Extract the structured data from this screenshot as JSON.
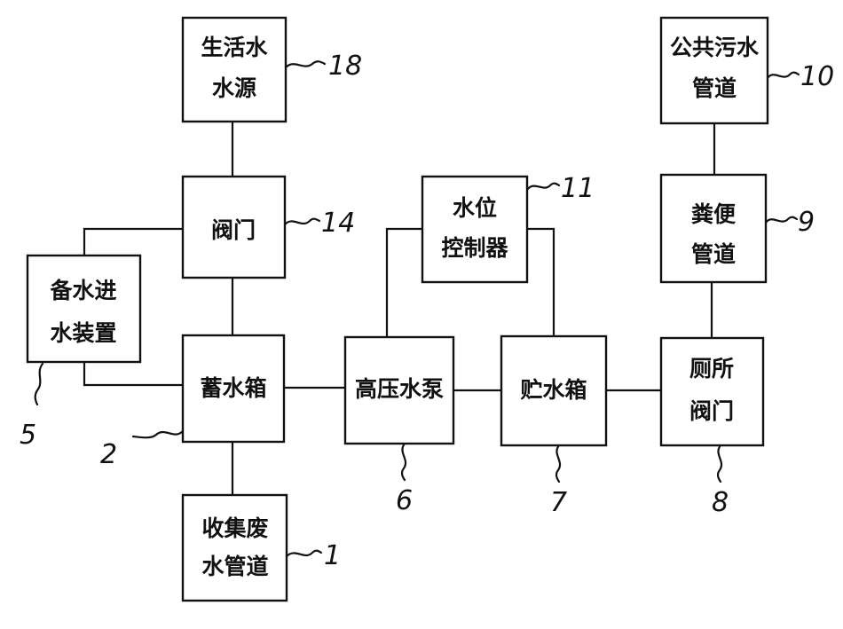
{
  "blocks": {
    "domestic_water_source": {
      "line1": "生活水",
      "line2": "水源",
      "ref": "18"
    },
    "valve": {
      "line1": "阀门",
      "ref": "14"
    },
    "backup_water_inlet": {
      "line1": "备水进",
      "line2": "水装置",
      "ref": "5"
    },
    "storage_tank": {
      "line1": "蓄水箱",
      "ref": "2"
    },
    "waste_water_pipe": {
      "line1": "收集废",
      "line2": "水管道",
      "ref": "1"
    },
    "high_pressure_pump": {
      "line1": "高压水泵",
      "ref": "6"
    },
    "water_level_controller": {
      "line1": "水位",
      "line2": "控制器",
      "ref": "11"
    },
    "water_tank": {
      "line1": "贮水箱",
      "ref": "7"
    },
    "toilet_valve": {
      "line1": "厕所",
      "line2": "阀门",
      "ref": "8"
    },
    "sewage_pipe": {
      "line1": "粪便",
      "line2": "管道",
      "ref": "9"
    },
    "public_sewer": {
      "line1": "公共污水",
      "line2": "管道",
      "ref": "10"
    }
  }
}
